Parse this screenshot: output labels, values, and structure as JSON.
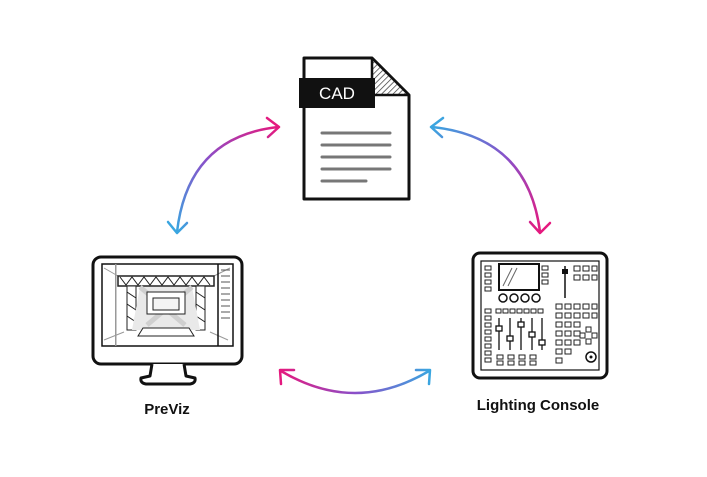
{
  "nodes": {
    "cad": {
      "tag": "CAD",
      "icon": "cad-document-icon"
    },
    "previz": {
      "label": "PreViz",
      "icon": "monitor-previz-icon"
    },
    "console": {
      "label": "Lighting Console",
      "icon": "lighting-console-icon"
    }
  },
  "connections": [
    {
      "from": "cad",
      "to": "previz",
      "type": "bidirectional"
    },
    {
      "from": "cad",
      "to": "console",
      "type": "bidirectional"
    },
    {
      "from": "previz",
      "to": "console",
      "type": "bidirectional"
    }
  ],
  "colors": {
    "gradient_magenta": "#e5197e",
    "gradient_purple": "#8a4fc9",
    "gradient_blue": "#3aa6e0",
    "stroke": "#111111",
    "text_lines": "#777777"
  }
}
